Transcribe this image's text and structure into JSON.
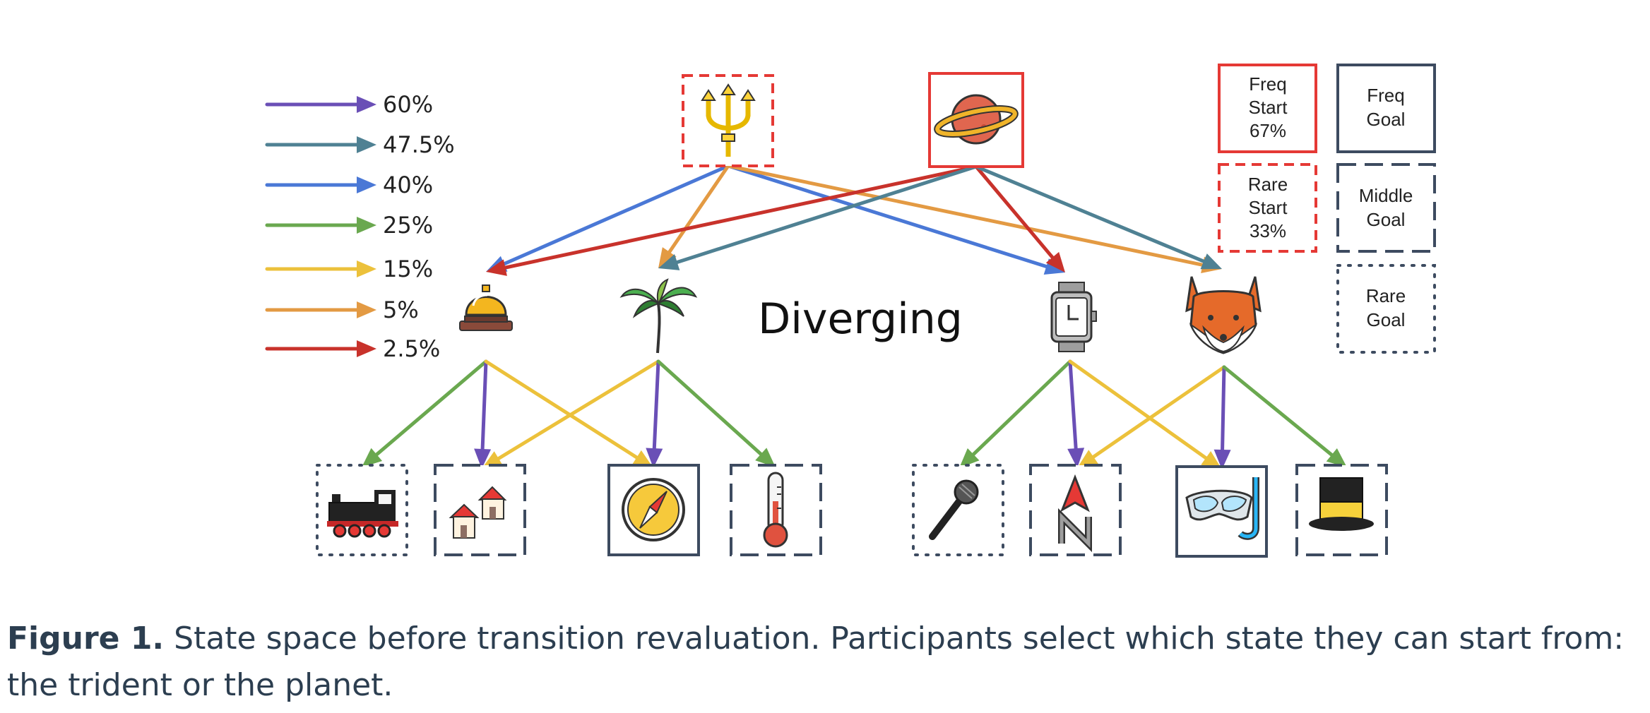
{
  "colors": {
    "purple": "#6a4fb6",
    "teal": "#4f8193",
    "blue": "#4a78d6",
    "green": "#6aa84f",
    "yellow": "#ecc13b",
    "orange": "#e39a43",
    "red": "#c8322b",
    "box_blue": "#3d4b60",
    "box_red": "#e53935"
  },
  "legend": [
    {
      "label": "60%",
      "color": "purple"
    },
    {
      "label": "47.5%",
      "color": "teal"
    },
    {
      "label": "40%",
      "color": "blue"
    },
    {
      "label": "25%",
      "color": "green"
    },
    {
      "label": "15%",
      "color": "yellow"
    },
    {
      "label": "5%",
      "color": "orange"
    },
    {
      "label": "2.5%",
      "color": "red"
    }
  ],
  "key_boxes": {
    "freq_start": [
      "Freq",
      "Start",
      "67%"
    ],
    "freq_goal": [
      "Freq",
      "Goal"
    ],
    "rare_start": [
      "Rare",
      "Start",
      "33%"
    ],
    "middle_goal": [
      "Middle",
      "Goal"
    ],
    "rare_goal": [
      "Rare",
      "Goal"
    ]
  },
  "center_label": "Diverging",
  "start_states": [
    {
      "name": "trident-icon",
      "border": "rare_start"
    },
    {
      "name": "planet-icon",
      "border": "freq_start"
    }
  ],
  "middle_states": [
    "bell-icon",
    "palm-tree-icon",
    "watch-icon",
    "fox-icon"
  ],
  "goal_states": [
    {
      "name": "train-icon",
      "border": "rare_goal"
    },
    {
      "name": "houses-icon",
      "border": "middle_goal"
    },
    {
      "name": "compass-icon",
      "border": "freq_goal"
    },
    {
      "name": "thermometer-icon",
      "border": "middle_goal"
    },
    {
      "name": "microphone-icon",
      "border": "rare_goal"
    },
    {
      "name": "north-arrow-icon",
      "border": "middle_goal"
    },
    {
      "name": "snorkel-mask-icon",
      "border": "freq_goal"
    },
    {
      "name": "top-hat-icon",
      "border": "middle_goal"
    }
  ],
  "transitions": [
    {
      "from": "trident-icon",
      "to": "bell-icon",
      "color": "blue"
    },
    {
      "from": "trident-icon",
      "to": "palm-tree-icon",
      "color": "orange"
    },
    {
      "from": "trident-icon",
      "to": "watch-icon",
      "color": "blue"
    },
    {
      "from": "trident-icon",
      "to": "fox-icon",
      "color": "orange"
    },
    {
      "from": "planet-icon",
      "to": "bell-icon",
      "color": "red"
    },
    {
      "from": "planet-icon",
      "to": "palm-tree-icon",
      "color": "teal"
    },
    {
      "from": "planet-icon",
      "to": "watch-icon",
      "color": "red"
    },
    {
      "from": "planet-icon",
      "to": "fox-icon",
      "color": "teal"
    },
    {
      "from": "bell-icon",
      "to": "train-icon",
      "color": "green"
    },
    {
      "from": "bell-icon",
      "to": "houses-icon",
      "color": "purple"
    },
    {
      "from": "bell-icon",
      "to": "compass-icon",
      "color": "yellow"
    },
    {
      "from": "palm-tree-icon",
      "to": "houses-icon",
      "color": "yellow"
    },
    {
      "from": "palm-tree-icon",
      "to": "compass-icon",
      "color": "purple"
    },
    {
      "from": "palm-tree-icon",
      "to": "thermometer-icon",
      "color": "green"
    },
    {
      "from": "watch-icon",
      "to": "microphone-icon",
      "color": "green"
    },
    {
      "from": "watch-icon",
      "to": "north-arrow-icon",
      "color": "purple"
    },
    {
      "from": "watch-icon",
      "to": "snorkel-mask-icon",
      "color": "yellow"
    },
    {
      "from": "fox-icon",
      "to": "north-arrow-icon",
      "color": "yellow"
    },
    {
      "from": "fox-icon",
      "to": "snorkel-mask-icon",
      "color": "purple"
    },
    {
      "from": "fox-icon",
      "to": "top-hat-icon",
      "color": "green"
    }
  ],
  "caption": {
    "bold": "Figure 1.",
    "text": " State space before transition revaluation. Participants select which state they can start from: the trident or the planet."
  }
}
